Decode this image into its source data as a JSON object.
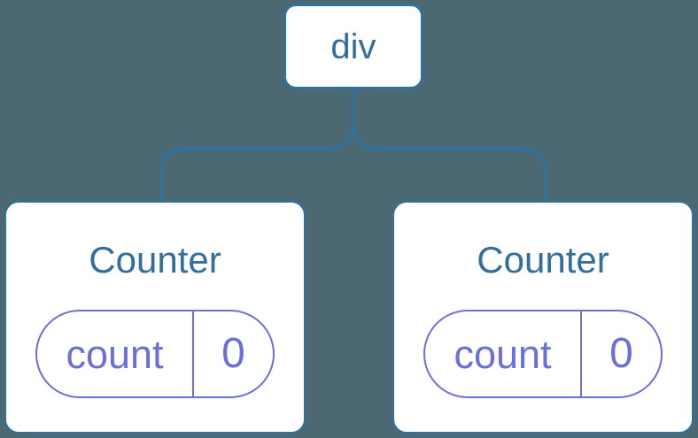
{
  "colors": {
    "background": "#4C6872",
    "line_blue": "#2F72A0",
    "text_blue": "#336F9C",
    "purple": "#6A6FDC",
    "card_bg": "#FFFFFF"
  },
  "tree": {
    "root": {
      "label": "div"
    },
    "children": [
      {
        "title": "Counter",
        "state": {
          "key": "count",
          "value": "0"
        }
      },
      {
        "title": "Counter",
        "state": {
          "key": "count",
          "value": "0"
        }
      }
    ]
  }
}
